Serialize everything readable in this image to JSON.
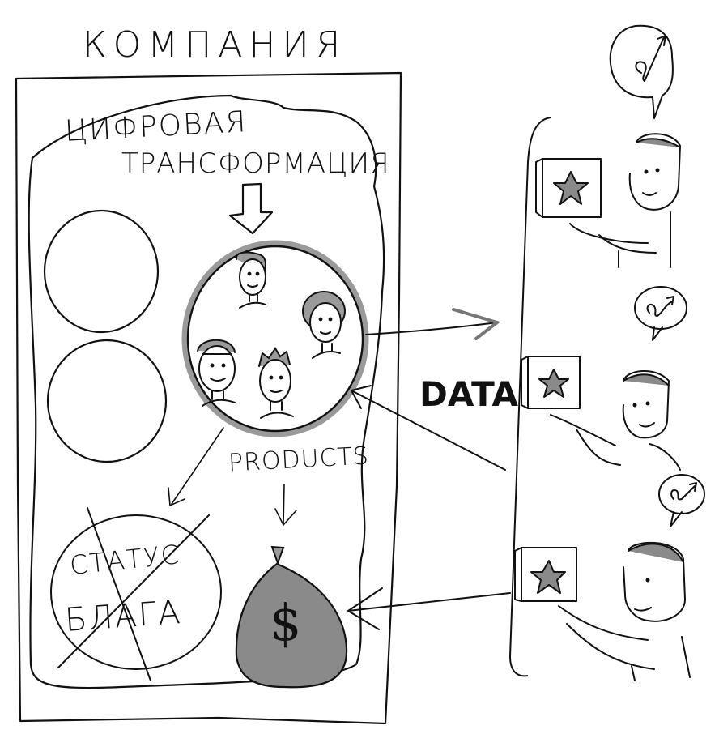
{
  "diagram": {
    "company_label": "КОМПАНИЯ",
    "digital_transformation": {
      "line1": "ЦИФРОВАЯ",
      "line2": "ТРАНСФОРМАЦИЯ"
    },
    "products_label": "PRODUCTS",
    "crossed_out": {
      "line1": "СТАТУС",
      "line2": "БЛАГА"
    },
    "money_bag_symbol": "$",
    "data_label": "DATA",
    "team_people_count": 4,
    "customers_count": 3,
    "colors": {
      "ink": "#111111",
      "shade": "#8a8a8a",
      "background": "#ffffff"
    }
  }
}
